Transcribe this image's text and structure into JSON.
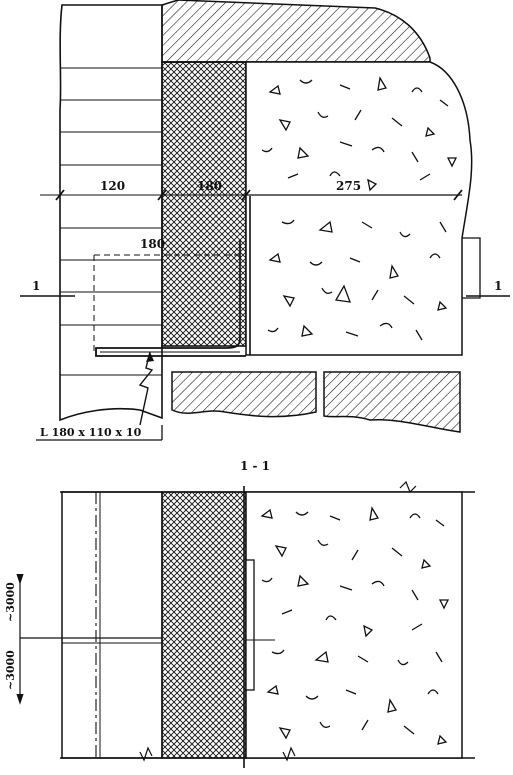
{
  "plan": {
    "dimensions": {
      "d_120": "120",
      "d_180_top": "180",
      "d_275": "275",
      "d_180_side": "180"
    },
    "section_marker_left": "1",
    "section_marker_right": "1",
    "angle_callout": "L 180 x 110 x 10"
  },
  "section": {
    "title": "1 - 1",
    "height_upper": "~3000",
    "height_lower": "~3000"
  },
  "colors": {
    "ink": "#111111",
    "paper": "#ffffff"
  }
}
